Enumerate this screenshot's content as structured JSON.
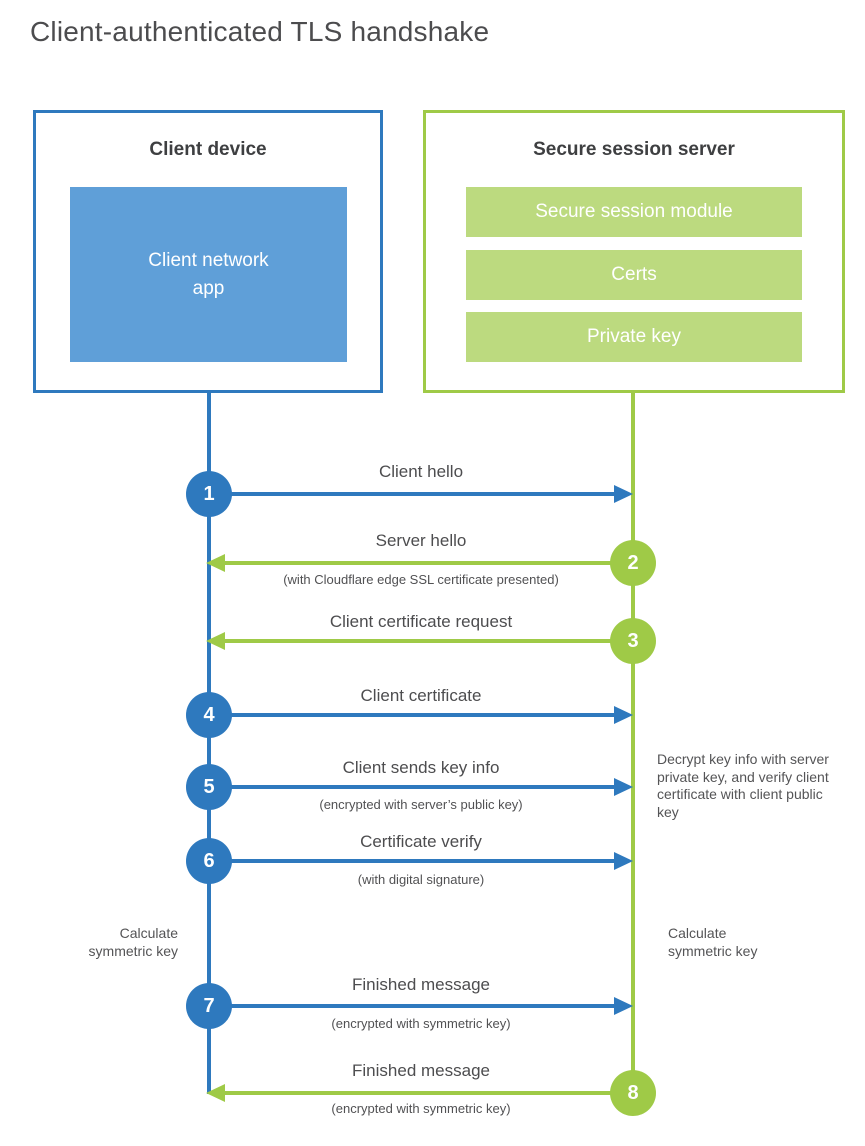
{
  "title": "Client-authenticated TLS handshake",
  "client_box": {
    "title": "Client device",
    "app_label": "Client network\napp"
  },
  "server_box": {
    "title": "Secure session server",
    "modules": [
      "Secure session module",
      "Certs",
      "Private key"
    ]
  },
  "colors": {
    "blue": "#2e79be",
    "blue_light": "#5f9fd8",
    "green": "#9fca47",
    "green_light": "#bcda7f"
  },
  "steps": [
    {
      "number": "1",
      "direction": "client-to-server",
      "label": "Client hello",
      "sublabel": ""
    },
    {
      "number": "2",
      "direction": "server-to-client",
      "label": "Server hello",
      "sublabel": "(with Cloudflare edge SSL certificate presented)"
    },
    {
      "number": "3",
      "direction": "server-to-client",
      "label": "Client certificate request",
      "sublabel": ""
    },
    {
      "number": "4",
      "direction": "client-to-server",
      "label": "Client certificate",
      "sublabel": ""
    },
    {
      "number": "5",
      "direction": "client-to-server",
      "label": "Client sends key info",
      "sublabel": "(encrypted with server’s public key)"
    },
    {
      "number": "6",
      "direction": "client-to-server",
      "label": "Certificate verify",
      "sublabel": "(with digital signature)"
    },
    {
      "number": "7",
      "direction": "client-to-server",
      "label": "Finished message",
      "sublabel": "(encrypted with symmetric key)"
    },
    {
      "number": "8",
      "direction": "server-to-client",
      "label": "Finished message",
      "sublabel": "(encrypted with symmetric key)"
    }
  ],
  "annotations": {
    "decrypt_note": "Decrypt key info with server private key, and verify client certificate with client public key",
    "calculate_left": "Calculate\nsymmetric key",
    "calculate_right": "Calculate\nsymmetric key"
  }
}
